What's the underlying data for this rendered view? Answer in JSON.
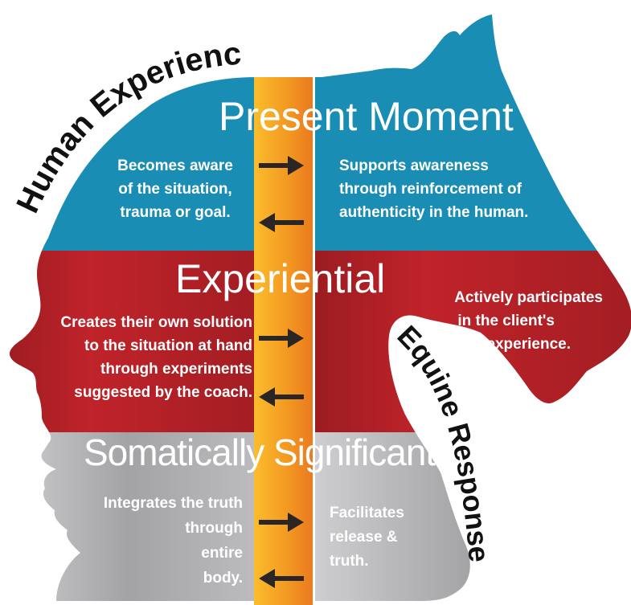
{
  "colors": {
    "blue": "#1a8db4",
    "red": "#b52025",
    "gray": "#a9a9ab",
    "orange_bar": "#f39a22",
    "arrow": "#2b2623",
    "outline_text": "#111111"
  },
  "curved_labels": {
    "human": "Human Experience",
    "equine": "Equine Response"
  },
  "headings": {
    "present": "Present Moment",
    "experiential": "Experiential",
    "somatic": "Somatically Significant"
  },
  "human": {
    "present": [
      "Becomes aware",
      "of the situation,",
      "trauma or goal."
    ],
    "experiential": [
      "Creates their own solution",
      "to the situation at hand",
      "through experiments",
      "suggested by the coach."
    ],
    "somatic": [
      "Integrates the truth",
      "through",
      "entire",
      "body."
    ]
  },
  "horse": {
    "present": [
      "Supports awareness",
      "through reinforcement of",
      "authenticity in the human."
    ],
    "experiential": [
      "Actively participates",
      "in the client's",
      "experience."
    ],
    "somatic": [
      "Facilitates",
      "release &",
      "truth."
    ]
  },
  "arrows": [
    {
      "name": "arrow-present-right",
      "direction": "right"
    },
    {
      "name": "arrow-present-left",
      "direction": "left"
    },
    {
      "name": "arrow-experiential-right",
      "direction": "right"
    },
    {
      "name": "arrow-experiential-left",
      "direction": "left"
    },
    {
      "name": "arrow-somatic-right",
      "direction": "right"
    },
    {
      "name": "arrow-somatic-left",
      "direction": "left"
    }
  ]
}
